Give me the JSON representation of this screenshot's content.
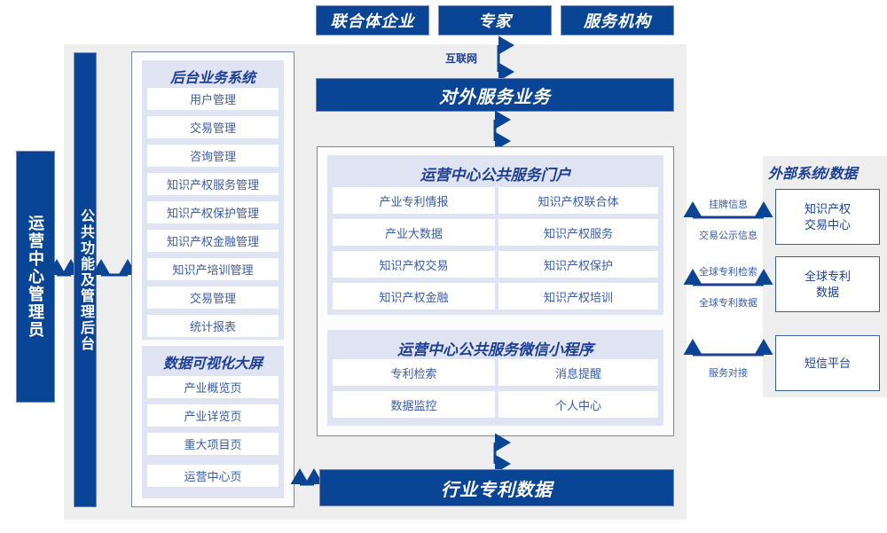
{
  "colors": {
    "brand_blue": "#0a4595",
    "panel_gray": "#eeeeee",
    "group_lavender": "#dfe3f2",
    "text_blue": "#3a5ba8",
    "title_blue": "#1c3f94"
  },
  "top_actors": [
    {
      "label": "联合体企业"
    },
    {
      "label": "专家"
    },
    {
      "label": "服务机构"
    }
  ],
  "internet_label": "互联网",
  "external_service_bar": {
    "label": "对外服务业务"
  },
  "left_actor": {
    "label": "运营中心管理员"
  },
  "common_backend": {
    "label": "公共功能及管理后台"
  },
  "backend_system": {
    "title": "后台业务系统",
    "items": [
      "用户管理",
      "交易管理",
      "咨询管理",
      "知识产权服务管理",
      "知识产权保护管理",
      "知识产权金融管理",
      "知识产培训管理",
      "交易管理",
      "统计报表"
    ]
  },
  "data_visual": {
    "title": "数据可视化大屏",
    "items": [
      "产业概览页",
      "产业详览页",
      "重大项目页",
      "运营中心页"
    ]
  },
  "portal": {
    "title": "运营中心公共服务门户",
    "rows": [
      [
        "产业专利情报",
        "知识产权联合体"
      ],
      [
        "产业大数据",
        "知识产权服务"
      ],
      [
        "知识产权交易",
        "知识产权保护"
      ],
      [
        "知识产权金融",
        "知识产权培训"
      ]
    ]
  },
  "miniprogram": {
    "title": "运营中心公共服务微信小程序",
    "rows": [
      [
        "专利检索",
        "消息提醒"
      ],
      [
        "数据监控",
        "个人中心"
      ]
    ]
  },
  "industry_data_bar": {
    "label": "行业专利数据"
  },
  "external": {
    "title": "外部系统/数据",
    "systems": [
      {
        "label": "知识产权\n交易中心",
        "line1": "知识产权",
        "line2": "交易中心"
      },
      {
        "label": "全球专利\n数据",
        "line1": "全球专利",
        "line2": "数据"
      },
      {
        "label": "短信平台",
        "line1": "短信平台",
        "line2": ""
      }
    ],
    "connectors": [
      {
        "above": "挂牌信息",
        "below": "交易公示信息"
      },
      {
        "above": "全球专利检索",
        "below": "全球专利数据"
      },
      {
        "above": "",
        "below": "服务对接"
      }
    ]
  }
}
